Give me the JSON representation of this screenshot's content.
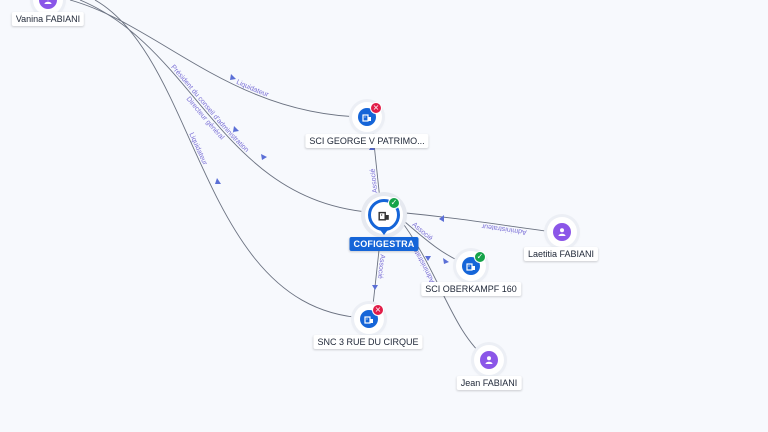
{
  "nodes": {
    "vanina": {
      "name": "Vanina FABIANI",
      "kind": "person"
    },
    "sci_george": {
      "name": "SCI GEORGE V PATRIMO...",
      "kind": "company",
      "status": "closed"
    },
    "cofigestra": {
      "name": "COFIGESTRA",
      "kind": "main-company",
      "status": "active"
    },
    "laetitia": {
      "name": "Laetitia FABIANI",
      "kind": "person"
    },
    "sci_oberkampf": {
      "name": "SCI OBERKAMPF 160",
      "kind": "company",
      "status": "active"
    },
    "snc_cirque": {
      "name": "SNC 3 RUE DU CIRQUE",
      "kind": "company",
      "status": "closed"
    },
    "jean": {
      "name": "Jean FABIANI",
      "kind": "person"
    }
  },
  "edges": {
    "vanina_sci_george": "Liquidateur",
    "vanina_cofigestra_1": "Président du conseil d'administration",
    "vanina_cofigestra_2": "Directeur général",
    "vanina_snc_cirque": "Liquidateur",
    "cofigestra_sci_george": "Associé",
    "cofigestra_snc_cirque": "Associé",
    "laetitia_cofigestra": "Administrateur",
    "cofigestra_oberkampf": "Associé",
    "jean_cofigestra": "Administrateur"
  },
  "colors": {
    "company": "#1565d8",
    "person": "#8b56e8",
    "closed_badge": "#e11d48",
    "active_badge": "#16a34a",
    "edge_label": "#7a6fd6"
  },
  "icons": {
    "company": "building-icon",
    "person": "person-icon",
    "closed": "close-badge-icon",
    "active": "check-badge-icon"
  }
}
